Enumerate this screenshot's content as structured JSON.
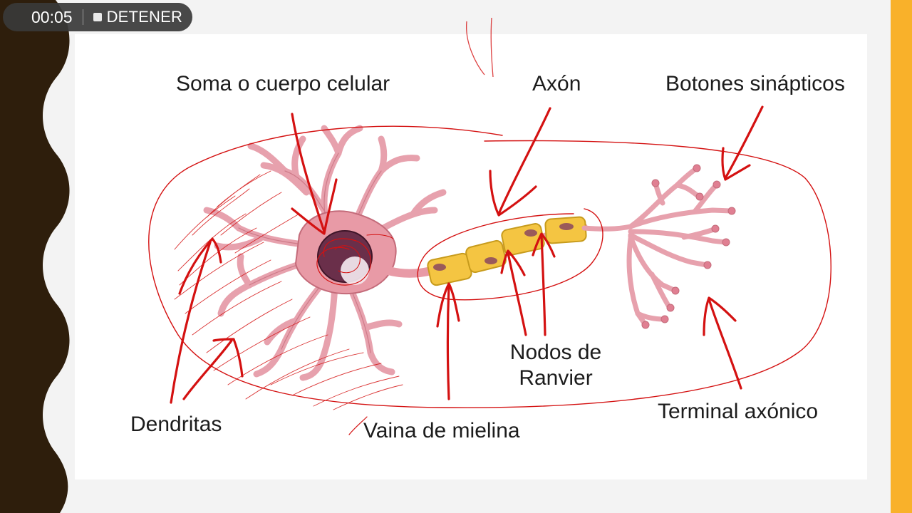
{
  "recording": {
    "time": "00:05",
    "stop_label": "DETENER"
  },
  "labels": {
    "soma": "Soma o cuerpo celular",
    "axon": "Axón",
    "botones": "Botones sinápticos",
    "nodos": "Nodos de\nRanvier",
    "terminal": "Terminal axónico",
    "dendritas": "Dendritas",
    "vaina": "Vaina de mielina"
  },
  "colors": {
    "accent_strip": "#f9b12a",
    "left_border": "#2e1e0c",
    "neuron_fill": "#e89aa6",
    "neuron_stroke": "#c46b7a",
    "myelin_fill": "#f4c542",
    "annotation_red": "#d41111"
  }
}
